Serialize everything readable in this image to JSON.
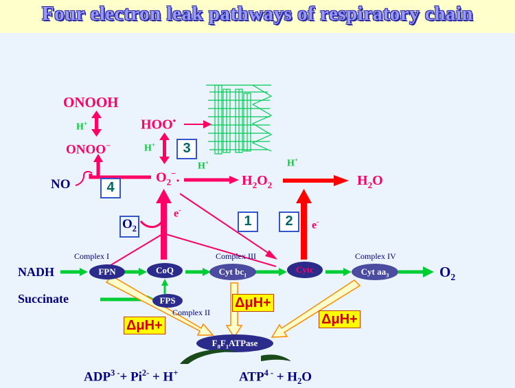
{
  "title": "Four electron leak pathways of respiratory chain",
  "species": {
    "onooh": "ONOOH",
    "onoo": "ONOO",
    "onoo_charge": "−",
    "hoo": "HOO",
    "hoo_dot": "•",
    "no": "NO",
    "o2_radical": "O",
    "o2_radical_sub": "2",
    "o2_radical_sup": "−",
    "o2_radical_dot": ".",
    "h2o2_a": "H",
    "h2o2_b": "2",
    "h2o2_c": "O",
    "h2o2_d": "2",
    "h2o": "H",
    "h2o_sub": "2",
    "h2o_o": "O",
    "o2_left": "O",
    "o2_left_sub": "2",
    "o2_right": "O",
    "o2_right_sub": "2",
    "nadh": "NADH",
    "succinate": "Succinate"
  },
  "protons": {
    "h1": "H",
    "h1_sup": "+",
    "h2": "H",
    "h2_sup": "+",
    "h3": "H",
    "h3_sup": "+",
    "h4": "H",
    "h4_sup": "+"
  },
  "electrons": {
    "e1": "e",
    "e1_sup": "-",
    "e2": "e",
    "e2_sup": "-"
  },
  "pathway_numbers": [
    "1",
    "2",
    "3",
    "4"
  ],
  "complexes": {
    "c1": "Complex I",
    "c2": "Complex II",
    "c3": "Complex III",
    "c4": "Complex IV"
  },
  "carriers": {
    "fpn": "FPN",
    "coq": "CoQ",
    "fps": "FPS",
    "cytbc": "Cyt bc",
    "cytbc_sub": "1",
    "cytc": "Cytc",
    "cytaa": "Cyt aa",
    "cytaa_sub": "3",
    "atpase_a": "F",
    "atpase_a_sub": "0",
    "atpase_b": "F",
    "atpase_b_sub": "1",
    "atpase_c": "ATPase"
  },
  "proton_gradient": "ΔμH+",
  "reaction": {
    "left": "ADP",
    "left_sup": "3 -",
    "pi": "+ Pi",
    "pi_sup": "2-",
    "h": "+ H",
    "h_sup": "+",
    "right": "ATP",
    "right_sup": "4 -",
    "right_h2o": "+ H",
    "right_h2o_sub": "2",
    "right_o": "O"
  },
  "colors": {
    "magenta": "#FF0066",
    "red": "#FF0000",
    "green": "#00CC33",
    "navy": "#000080",
    "teal_box": "#006666",
    "yellow": "#FFFF00"
  },
  "icons": [
    "membrane-icon",
    "chevron-curve-icon"
  ]
}
